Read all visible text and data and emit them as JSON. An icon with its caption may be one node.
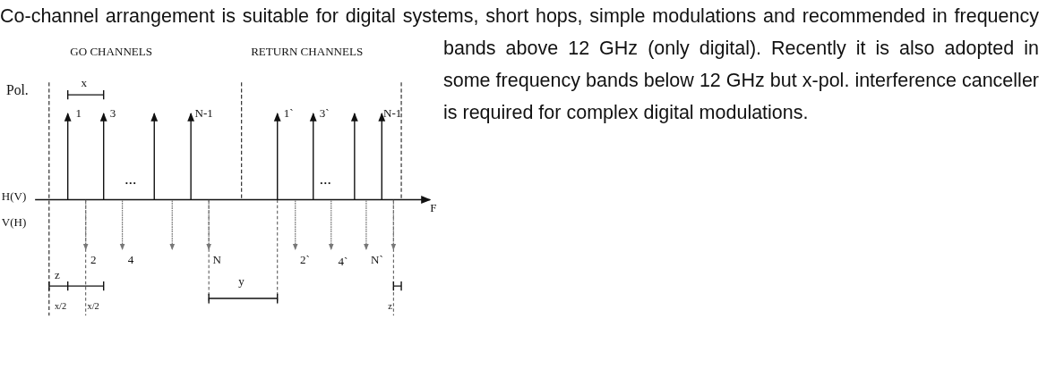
{
  "diagram": {
    "labels": [
      "Co-channel arrangement is suitable for digital systems, short hops, simple modulations and recommended in frequency bands above 12 GHz (only digital). Recently it is also adopted in some frequency bands below 12 GHz but x-pol. interference canceller is required for complex digital modulations.",
      "Pol.",
      "GO CHANNELS",
      "RETURN CHANNELS",
      "x",
      "1",
      "3",
      "N-1",
      "1`",
      "3`",
      "N-1",
      "H(V)",
      "…",
      "…",
      "F",
      "V(H)",
      "2",
      "4",
      "N",
      "2`",
      "4`",
      "N`",
      "z",
      "y",
      "x/2",
      "x/2",
      "z"
    ]
  }
}
